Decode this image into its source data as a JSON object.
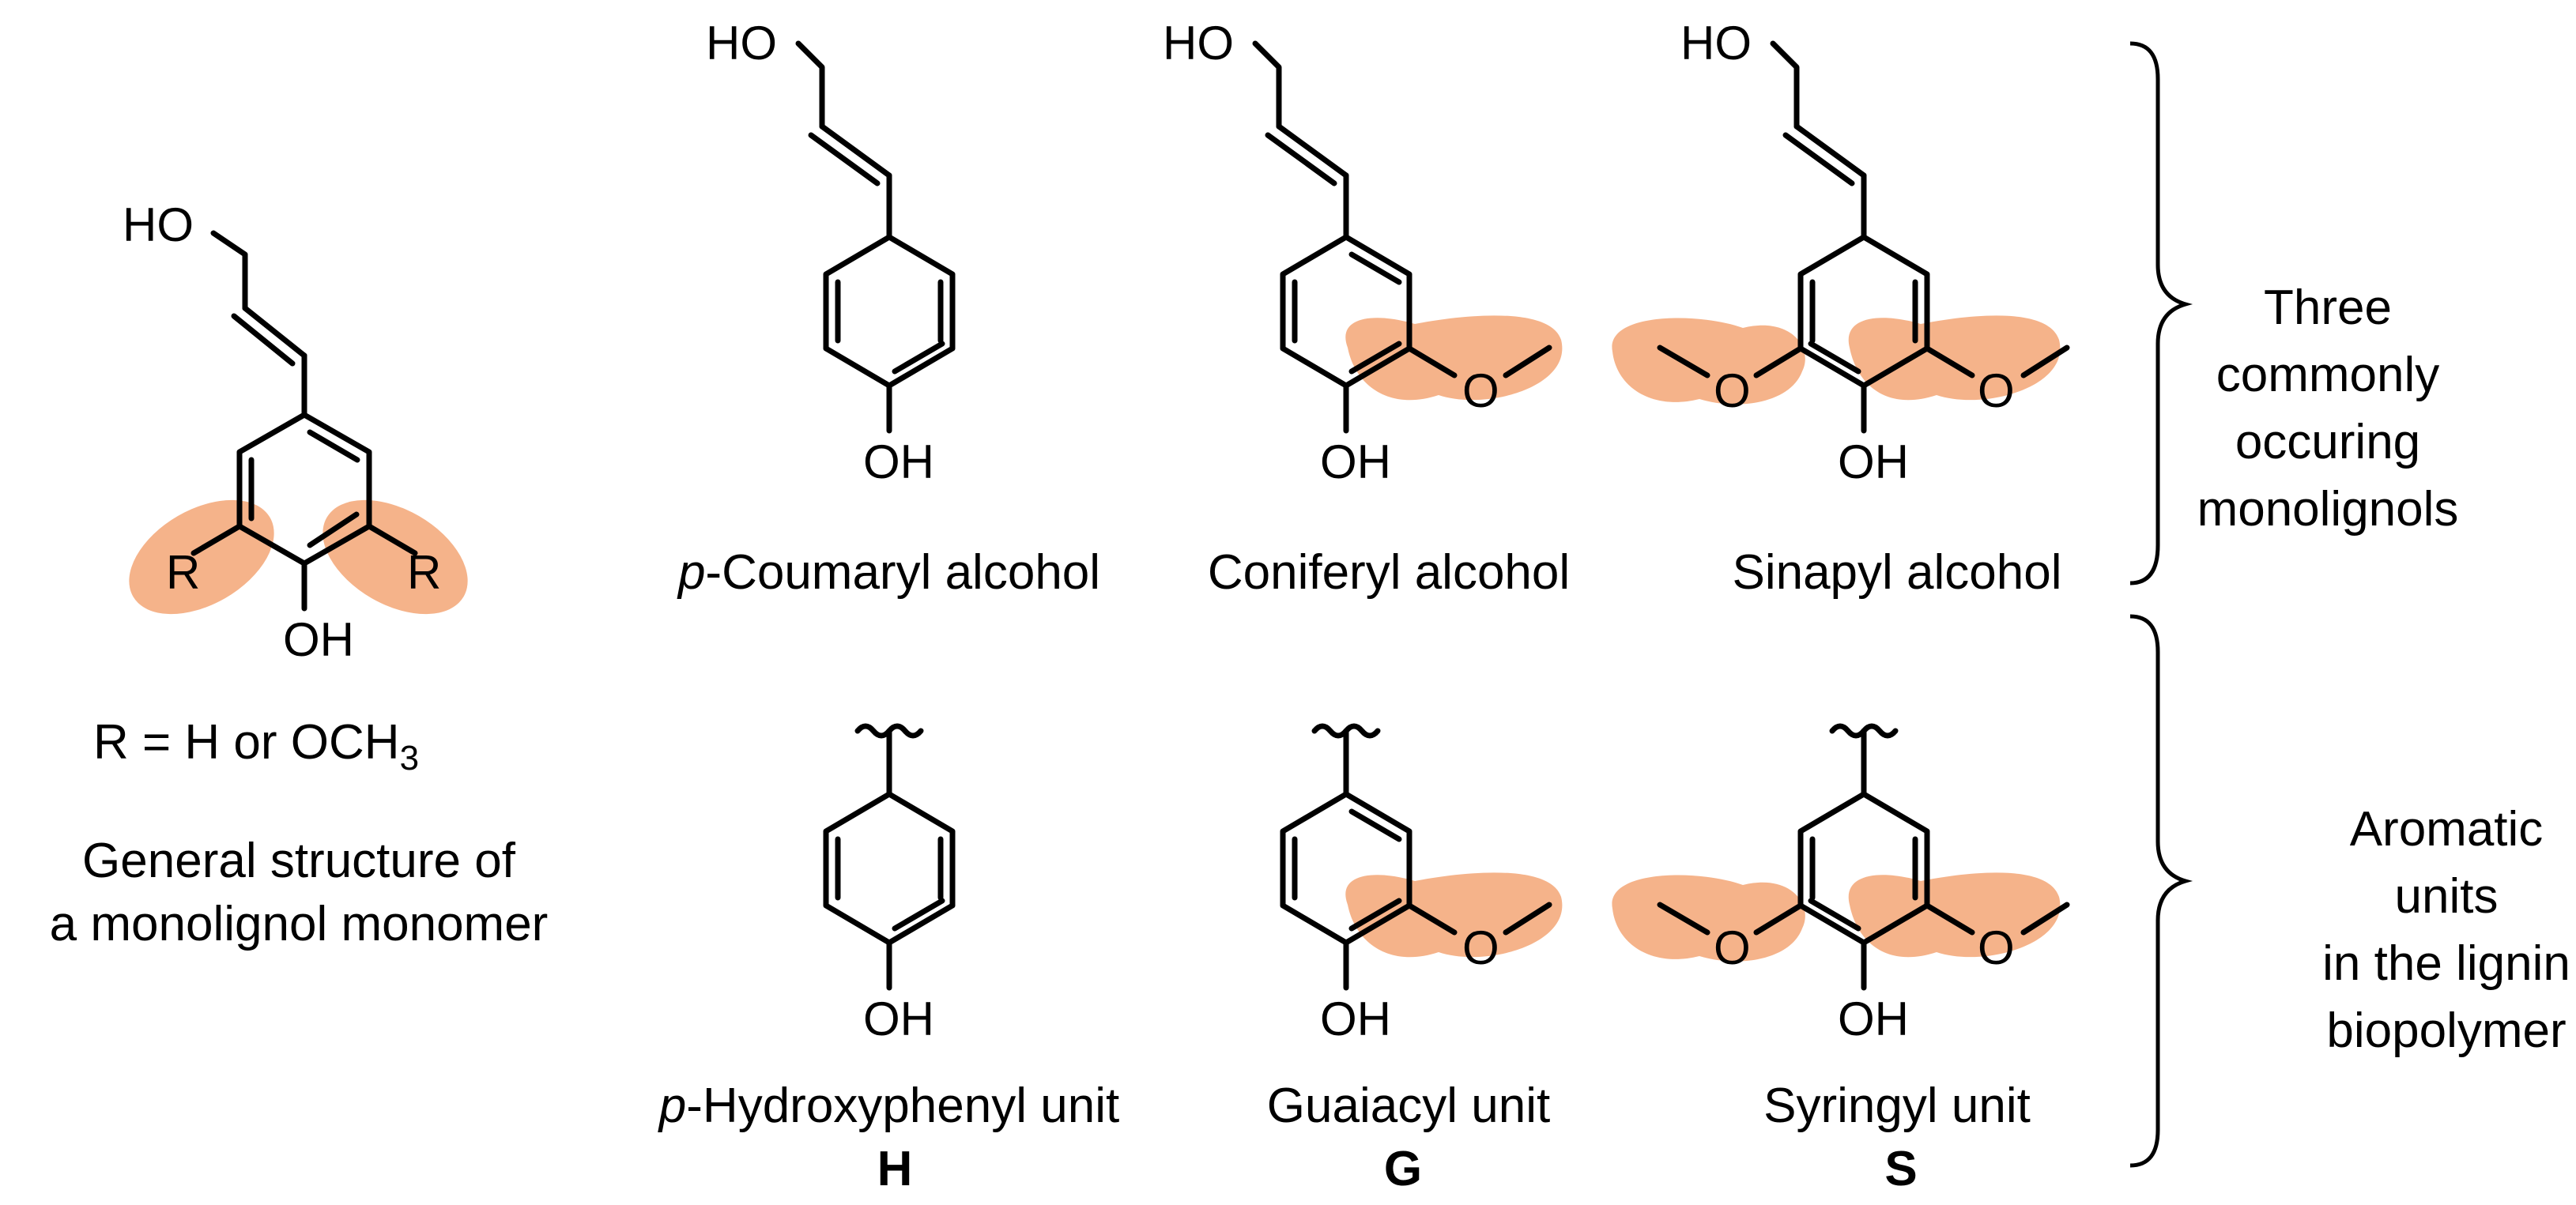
{
  "general": {
    "top_label": "HO",
    "r_left": "R",
    "r_right": "R",
    "oh": "OH",
    "r_def_prefix": "R = H or OCH",
    "r_def_sub": "3",
    "caption_line1": "General structure of",
    "caption_line2": "a monolignol monomer"
  },
  "monolignols": [
    {
      "top": "HO",
      "oh": "OH",
      "name_italic": "p",
      "name_rest": "-Coumaryl alcohol"
    },
    {
      "top": "HO",
      "oh": "OH",
      "methoxy": "O",
      "name": "Coniferyl alcohol"
    },
    {
      "top": "HO",
      "oh": "OH",
      "methoxy_left": "O",
      "methoxy_right": "O",
      "name": "Sinapyl alcohol"
    }
  ],
  "units": [
    {
      "oh": "OH",
      "name_italic": "p",
      "name_rest": "-Hydroxyphenyl unit",
      "letter": "H"
    },
    {
      "oh": "OH",
      "methoxy": "O",
      "name": "Guaiacyl unit",
      "letter": "G"
    },
    {
      "oh": "OH",
      "methoxy_left": "O",
      "methoxy_right": "O",
      "name": "Syringyl unit",
      "letter": "S"
    }
  ],
  "brace_labels": {
    "top": [
      "Three",
      "commonly",
      "occuring",
      "monolignols"
    ],
    "bottom": [
      "Aromatic",
      "units",
      "in the lignin",
      "biopolymer"
    ]
  },
  "colors": {
    "highlight": "#f5b38a",
    "ink": "#000000",
    "background": "#ffffff"
  }
}
